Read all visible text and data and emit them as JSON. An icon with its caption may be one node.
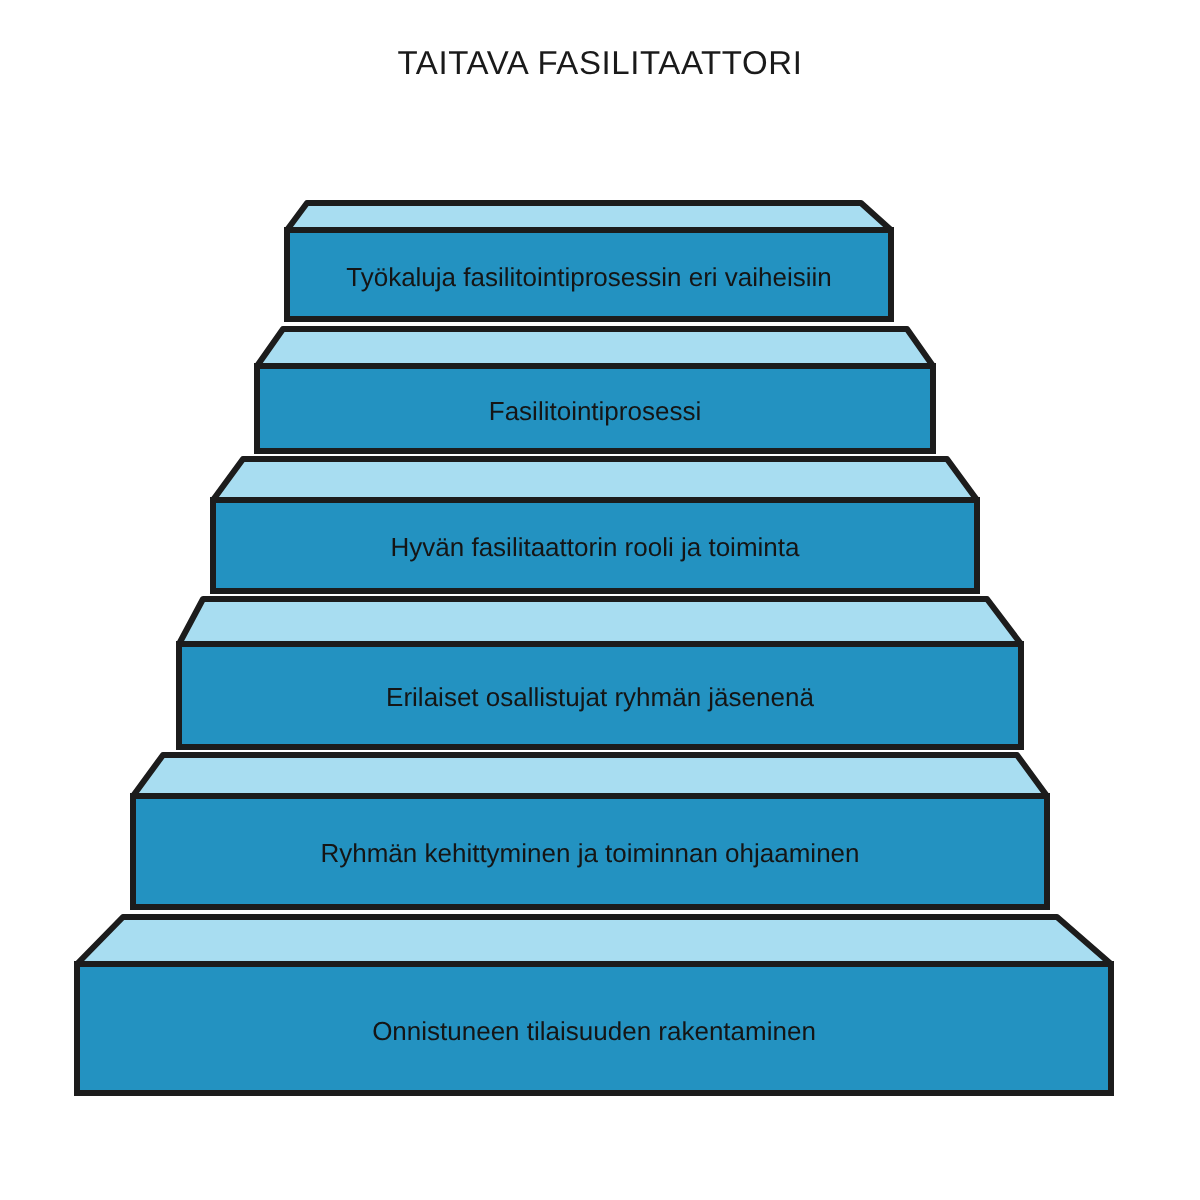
{
  "diagram": {
    "title": "TAITAVA FASILITAATTORI",
    "nodes": [
      {
        "text": [
          "Työkaluja fasilitointiprosessin eri vaiheisiin"
        ]
      },
      {
        "text": [
          "Fasilitointiprosessi"
        ]
      },
      {
        "text": [
          "Hyvän fasilitaattorin rooli ja toiminta"
        ]
      },
      {
        "text": [
          "Erilaiset osallistujat ryhmän jäsenenä"
        ]
      },
      {
        "text": [
          "Ryhmän kehittyminen ja toiminnan ohjaaminen"
        ]
      },
      {
        "text": [
          "Onnistuneen tilaisuuden rakentaminen"
        ]
      }
    ]
  }
}
